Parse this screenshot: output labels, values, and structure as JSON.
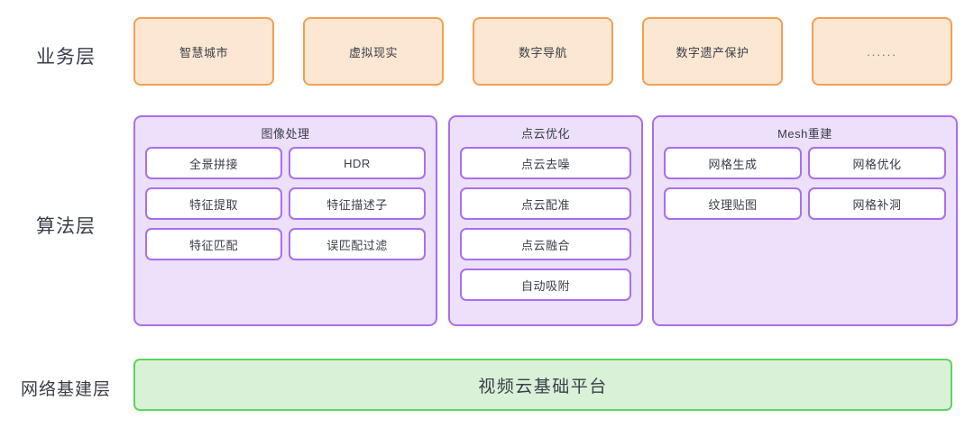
{
  "colors": {
    "business_border": "#f2a052",
    "business_fill": "#fce8d2",
    "algorithm_border": "#a96fea",
    "algorithm_fill": "#ece0fb",
    "item_fill": "#ffffff",
    "network_border": "#5fd35f",
    "network_fill": "#d9f2d7",
    "text": "#3a3d4a",
    "background": "#ffffff"
  },
  "rows": [
    {
      "label": "业务层",
      "cards": [
        {
          "label": "智慧城市"
        },
        {
          "label": "虚拟现实"
        },
        {
          "label": "数字导航"
        },
        {
          "label": "数字遗产保护"
        },
        {
          "label": "......"
        }
      ]
    },
    {
      "label": "算法层",
      "groups": [
        {
          "title": "图像处理",
          "columns": 2,
          "items": [
            {
              "label": "全景拼接"
            },
            {
              "label": "HDR"
            },
            {
              "label": "特征提取"
            },
            {
              "label": "特征描述子"
            },
            {
              "label": "特征匹配"
            },
            {
              "label": "误匹配过滤"
            }
          ]
        },
        {
          "title": "点云优化",
          "columns": 1,
          "items": [
            {
              "label": "点云去噪"
            },
            {
              "label": "点云配准"
            },
            {
              "label": "点云融合"
            },
            {
              "label": "自动吸附"
            }
          ]
        },
        {
          "title": "Mesh重建",
          "columns": 2,
          "items": [
            {
              "label": "网格生成"
            },
            {
              "label": "网格优化"
            },
            {
              "label": "纹理贴图"
            },
            {
              "label": "网格补洞"
            }
          ]
        }
      ]
    },
    {
      "label": "网络基建层",
      "platform": {
        "label": "视频云基础平台"
      }
    }
  ]
}
